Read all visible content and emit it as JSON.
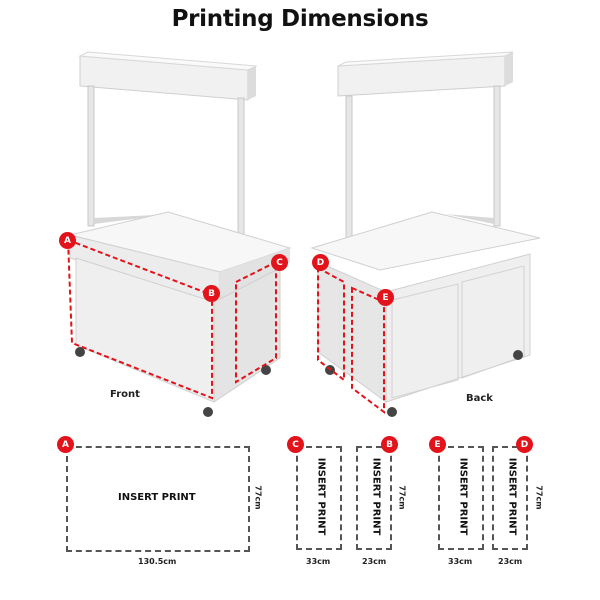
{
  "title": "Printing Dimensions",
  "views": {
    "front_label": "Front",
    "back_label": "Back"
  },
  "markers": {
    "a": "A",
    "b": "B",
    "c": "C",
    "d": "D",
    "e": "E"
  },
  "panels": {
    "front_main_text": "INSERT PRINT",
    "side_text": "INSERT PRINT",
    "width_front": "130.5cm",
    "width_33": "33cm",
    "width_23": "23cm",
    "height_77": "77cm"
  },
  "colors": {
    "accent": "#e3131b",
    "dash": "#555555"
  }
}
